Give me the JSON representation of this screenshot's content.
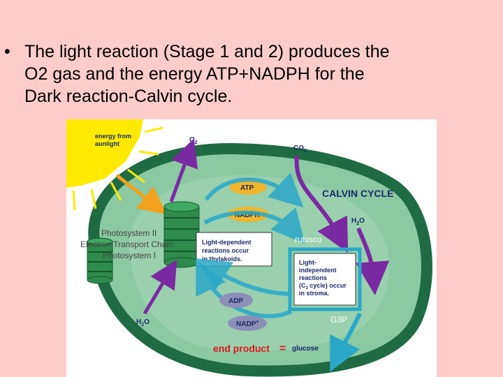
{
  "slide": {
    "bullet": "•",
    "lines": [
      "The light reaction (Stage 1 and 2) produces the",
      "O2 gas and the energy ATP+NADPH for the",
      "Dark reaction-Calvin cycle."
    ]
  },
  "diagram": {
    "sunlight_label": [
      "energy from",
      "aunlight"
    ],
    "o2": "O",
    "o2_sub": "2",
    "co2": "CO",
    "co2_sub": "2",
    "calvin_cycle": "CALVIN CYCLE",
    "h2o_right": "H",
    "h2o_right_sub": "2",
    "h2o_right_end": "O",
    "h2o_left": "H",
    "h2o_left_sub": "2",
    "h2o_left_end": "O",
    "atp": "ATP",
    "nadph": "NADPH",
    "adp": "ADP",
    "nadp_plus": "NADP",
    "nadp_plus_sup": "+",
    "photosystem_2": "Photosystem II",
    "electron_transport": "Electron Transport Chain",
    "photosystem_1": "Photosystem I",
    "light_dependent_box": [
      "Light-dependent",
      "reactions occur",
      "in thylakoids."
    ],
    "light_independent_box_lines": [
      "Light-",
      "independent",
      "reactions"
    ],
    "c3_open": "(C",
    "c3_sub": "3",
    "c3_close": " cycle) occur",
    "in_stroma": "in stroma.",
    "rubisco": "rubisco",
    "g3p": "G3P",
    "end_product": "end product",
    "equals": "=",
    "glucose": "glucose",
    "colors": {
      "membrane": "#1f6b44",
      "stroma": "#8bc9a3",
      "sun": "#ffea00",
      "arrow_purple": "#7a2aa0",
      "arrow_blue": "#2aa8c8",
      "pill_gold": "#f0b52a",
      "pill_grey": "#8c8fb8",
      "end_product_red": "#e01818"
    }
  }
}
